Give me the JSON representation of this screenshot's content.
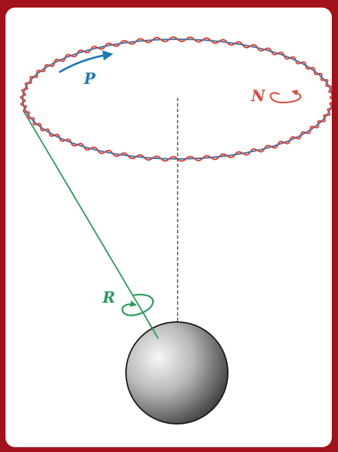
{
  "labels": {
    "precession": "P",
    "nutation": "N",
    "rotation": "R"
  },
  "colors": {
    "frame": "#a3111a",
    "precession": "#1f78b8",
    "nutation": "#d9463a",
    "rotation": "#2e9a5a",
    "axis": "#333333",
    "sphere_light": "#f4f4f4",
    "sphere_dark": "#3a3a3a"
  }
}
